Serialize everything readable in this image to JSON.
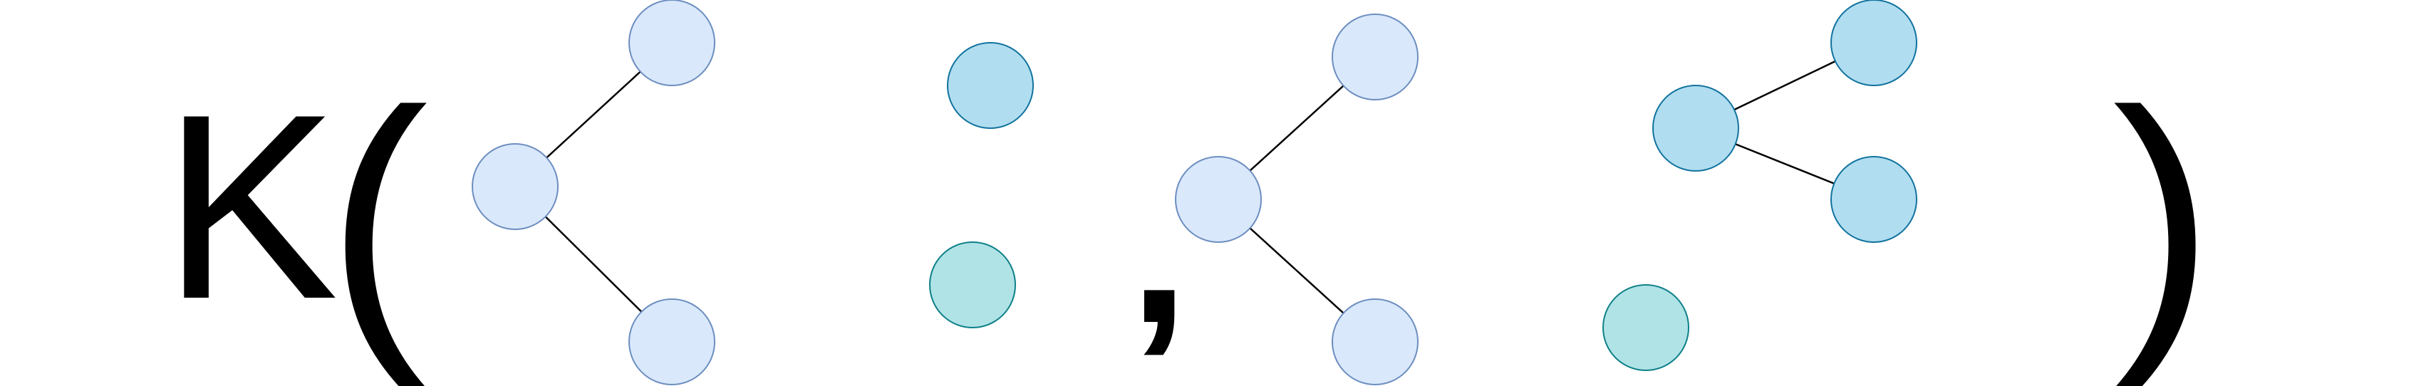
{
  "expression": {
    "function_name": "K",
    "open_paren": "(",
    "separator": ",",
    "close_paren": ")"
  },
  "colors": {
    "light_blue_node_fill": "#dae8fc",
    "light_blue_node_stroke": "#6c8ebf",
    "sky_blue_node_fill": "#b1ddf0",
    "sky_blue_node_stroke": "#10739e",
    "teal_node_fill": "#b0e3e6",
    "teal_node_stroke": "#0e8088",
    "edge": "#000000",
    "text": "#000000"
  },
  "argument_1": {
    "graph_a": {
      "kind": "tree",
      "node_count": 3,
      "edge_count": 2,
      "node_color": "light_blue"
    },
    "graph_b": {
      "kind": "isolated nodes",
      "node_count": 2,
      "edge_count": 0,
      "node_colors": [
        "sky_blue",
        "teal"
      ]
    }
  },
  "argument_2": {
    "graph_a": {
      "kind": "tree",
      "node_count": 3,
      "edge_count": 2,
      "node_color": "light_blue"
    },
    "graph_b": {
      "kind": "tree with isolated node",
      "node_count": 4,
      "edge_count": 2,
      "node_colors": [
        "sky_blue",
        "sky_blue",
        "sky_blue",
        "teal"
      ]
    }
  }
}
